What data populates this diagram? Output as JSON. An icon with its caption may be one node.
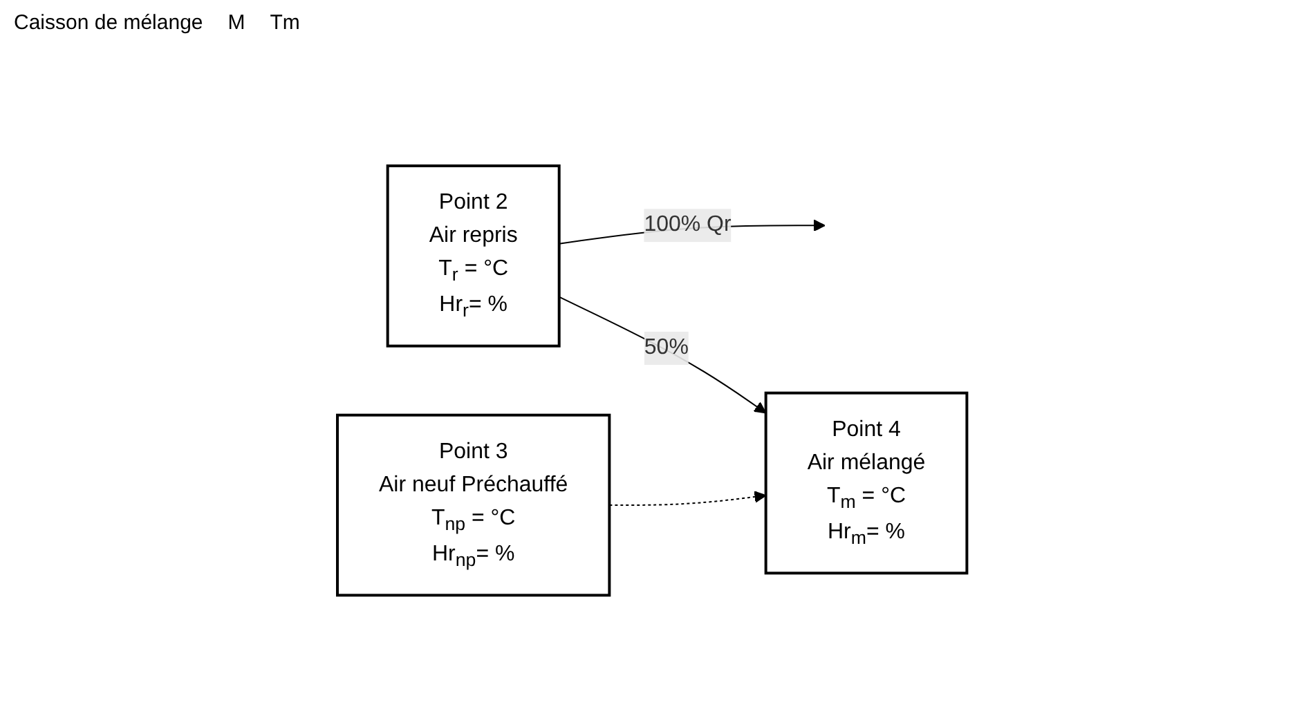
{
  "diagram": {
    "nodes": [
      {
        "text": [
          "Point 2",
          "Air repris",
          "T$_{r}$ = °C",
          "Hr$_{r}$= %"
        ]
      },
      {
        "text": [
          "Point 3",
          "Air neuf Préchauffé",
          "T$_{np}$ = °C",
          "Hr$_{np}$= %"
        ]
      },
      {
        "text": [
          "Point 4",
          "Air mélangé",
          "T$_{m}$ = °C",
          "Hr$_{m}$= %"
        ]
      }
    ],
    "edges": [
      {
        "from": 0,
        "to": null,
        "arrow": "to",
        "label": "100% Qr"
      },
      {
        "from": 0,
        "to": 2,
        "arrow": "to",
        "label": "50%"
      },
      {
        "from": 1,
        "to": 2,
        "arrow": "to",
        "style": "dashed"
      }
    ],
    "labels": [
      "Caisson de mélange",
      "M",
      "Tm"
    ]
  }
}
